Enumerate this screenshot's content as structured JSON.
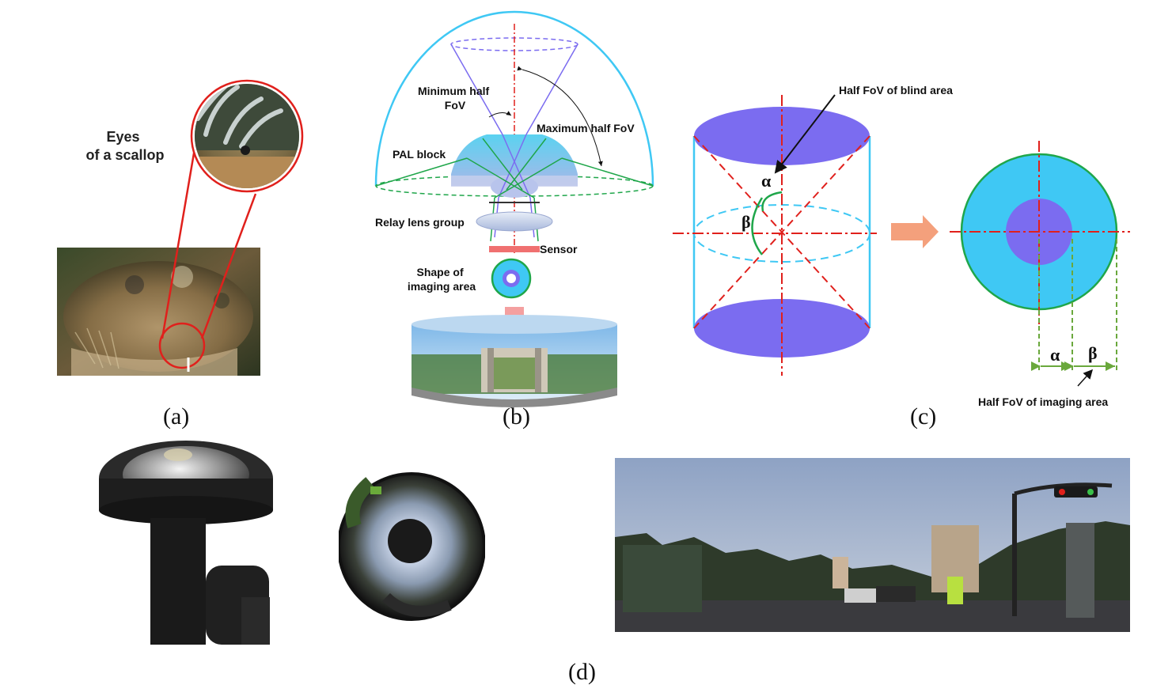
{
  "panel_a": {
    "label": "Eyes\nof a scallop",
    "label_line1": "Eyes",
    "label_line2": "of a scallop",
    "caption": "(a)"
  },
  "panel_b": {
    "labels": {
      "minimum_half_fov_1": "Minimum half",
      "minimum_half_fov_2": "FoV",
      "maximum_half_fov": "Maximum half FoV",
      "pal_block": "PAL block",
      "relay_lens_group": "Relay lens group",
      "sensor": "Sensor",
      "shape_1": "Shape of",
      "shape_2": "imaging area"
    },
    "caption": "(b)"
  },
  "panel_c": {
    "labels": {
      "half_fov_blind": "Half FoV of blind area",
      "half_fov_imaging": "Half FoV of imaging area",
      "alpha": "α",
      "beta": "β"
    },
    "caption": "(c)"
  },
  "panel_d": {
    "caption": "(d)"
  },
  "colors": {
    "cyan": "#3fc8f4",
    "violet": "#7b6cf0",
    "red": "#e0201c",
    "green": "#1fa64a",
    "salmon": "#f4a07c",
    "olive_green": "#6aa83c"
  }
}
